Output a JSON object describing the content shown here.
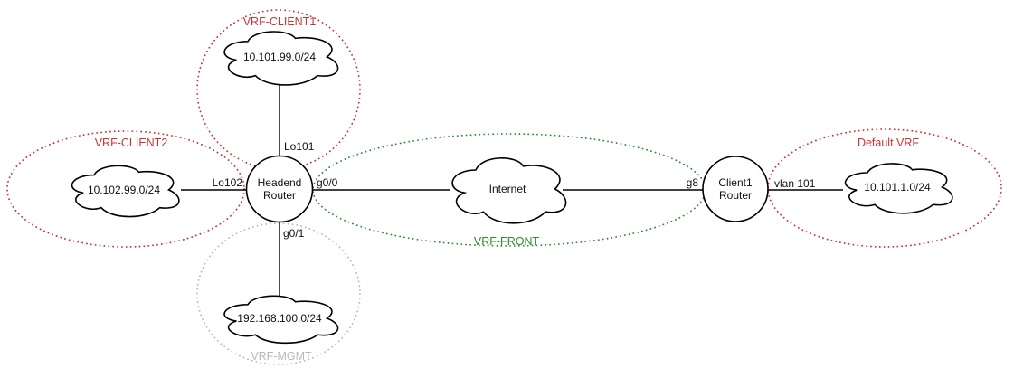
{
  "diagram": {
    "background_color": "#ffffff",
    "line_color": "#000000",
    "zones": [
      {
        "label": "VRF-CLIENT1",
        "color": "#cc3333",
        "contains": [
          "10.101.99.0/24"
        ]
      },
      {
        "label": "VRF-CLIENT2",
        "color": "#cc3333",
        "contains": [
          "10.102.99.0/24"
        ]
      },
      {
        "label": "VRF-FRONT",
        "color": "#2e8b2e",
        "contains": [
          "Internet"
        ]
      },
      {
        "label": "Default VRF",
        "color": "#cc3333",
        "contains": [
          "10.101.1.0/24"
        ]
      },
      {
        "label": "VRF-MGMT",
        "color": "#b9b9b9",
        "contains": [
          "192.168.100.0/24"
        ]
      }
    ],
    "networks": [
      {
        "label": "10.101.99.0/24"
      },
      {
        "label": "10.102.99.0/24"
      },
      {
        "label": "Internet"
      },
      {
        "label": "10.101.1.0/24"
      },
      {
        "label": "192.168.100.0/24"
      }
    ],
    "routers": [
      {
        "name": "Headend Router",
        "label_lines": [
          "Headend",
          "Router"
        ]
      },
      {
        "name": "Client1 Router",
        "label_lines": [
          "Client1",
          "Router"
        ]
      }
    ],
    "links": [
      {
        "from": "Headend Router",
        "interface": "Lo101",
        "to": "10.101.99.0/24"
      },
      {
        "from": "Headend Router",
        "interface": "Lo102",
        "to": "10.102.99.0/24"
      },
      {
        "from": "Headend Router",
        "interface": "g0/0",
        "to": "Internet"
      },
      {
        "from": "Headend Router",
        "interface": "g0/1",
        "to": "192.168.100.0/24"
      },
      {
        "from": "Client1 Router",
        "interface": "g8",
        "to": "Internet"
      },
      {
        "from": "Client1 Router",
        "interface": "vlan 101",
        "to": "10.101.1.0/24"
      }
    ]
  }
}
